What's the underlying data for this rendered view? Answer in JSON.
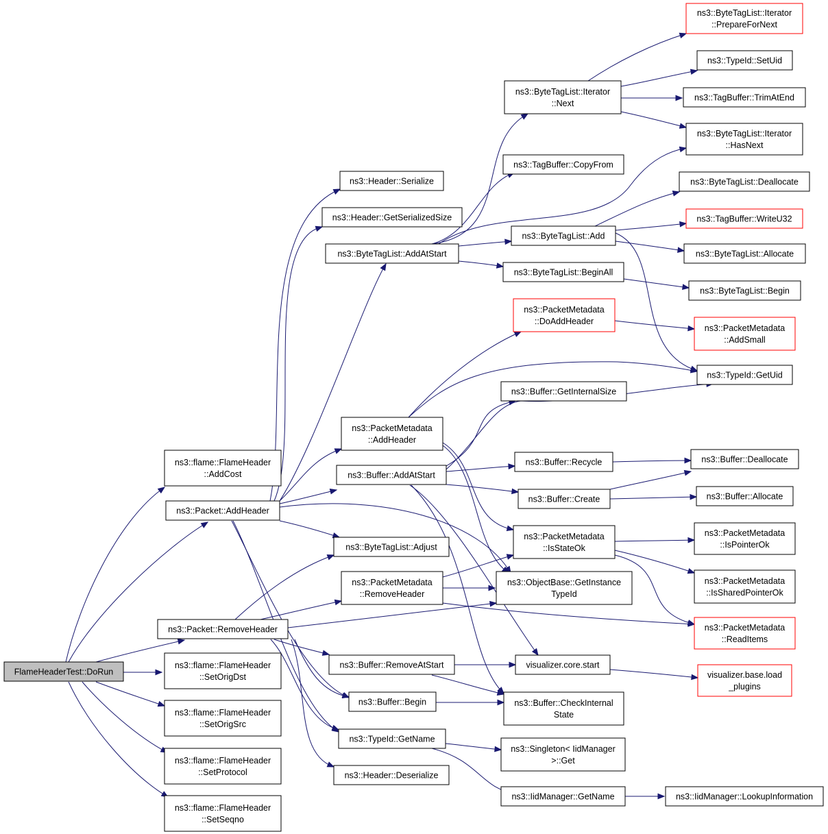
{
  "colors": {
    "edge": "#191970",
    "node_border": "#000000",
    "truncated_border": "#ff0000",
    "root_fill": "#bfbfbf",
    "node_fill": "#ffffff"
  },
  "nodes": [
    {
      "id": "doRun",
      "lines": [
        "FlameHeaderTest::DoRun"
      ],
      "style": "root"
    },
    {
      "id": "addCost",
      "lines": [
        "ns3::flame::FlameHeader",
        "::AddCost"
      ],
      "style": "normal"
    },
    {
      "id": "pktAddHeader",
      "lines": [
        "ns3::Packet::AddHeader"
      ],
      "style": "normal"
    },
    {
      "id": "pktRemoveHeader",
      "lines": [
        "ns3::Packet::RemoveHeader"
      ],
      "style": "normal"
    },
    {
      "id": "setOrigDst",
      "lines": [
        "ns3::flame::FlameHeader",
        "::SetOrigDst"
      ],
      "style": "normal"
    },
    {
      "id": "setOrigSrc",
      "lines": [
        "ns3::flame::FlameHeader",
        "::SetOrigSrc"
      ],
      "style": "normal"
    },
    {
      "id": "setProtocol",
      "lines": [
        "ns3::flame::FlameHeader",
        "::SetProtocol"
      ],
      "style": "normal"
    },
    {
      "id": "setSeqno",
      "lines": [
        "ns3::flame::FlameHeader",
        "::SetSeqno"
      ],
      "style": "normal"
    },
    {
      "id": "hdrSerialize",
      "lines": [
        "ns3::Header::Serialize"
      ],
      "style": "normal"
    },
    {
      "id": "hdrGetSerSize",
      "lines": [
        "ns3::Header::GetSerializedSize"
      ],
      "style": "normal"
    },
    {
      "id": "btlAddAtStart",
      "lines": [
        "ns3::ByteTagList::AddAtStart"
      ],
      "style": "normal"
    },
    {
      "id": "pmAddHeader",
      "lines": [
        "ns3::PacketMetadata",
        "::AddHeader"
      ],
      "style": "normal"
    },
    {
      "id": "bufAddAtStart",
      "lines": [
        "ns3::Buffer::AddAtStart"
      ],
      "style": "normal"
    },
    {
      "id": "btlAdjust",
      "lines": [
        "ns3::ByteTagList::Adjust"
      ],
      "style": "normal"
    },
    {
      "id": "pmRemoveHeader",
      "lines": [
        "ns3::PacketMetadata",
        "::RemoveHeader"
      ],
      "style": "normal"
    },
    {
      "id": "bufRemoveAtStart",
      "lines": [
        "ns3::Buffer::RemoveAtStart"
      ],
      "style": "normal"
    },
    {
      "id": "bufBegin",
      "lines": [
        "ns3::Buffer::Begin"
      ],
      "style": "normal"
    },
    {
      "id": "tidGetName",
      "lines": [
        "ns3::TypeId::GetName"
      ],
      "style": "normal"
    },
    {
      "id": "hdrDeserialize",
      "lines": [
        "ns3::Header::Deserialize"
      ],
      "style": "normal"
    },
    {
      "id": "btlIterNext",
      "lines": [
        "ns3::ByteTagList::Iterator",
        "::Next"
      ],
      "style": "normal"
    },
    {
      "id": "tbCopyFrom",
      "lines": [
        "ns3::TagBuffer::CopyFrom"
      ],
      "style": "normal"
    },
    {
      "id": "btlAdd",
      "lines": [
        "ns3::ByteTagList::Add"
      ],
      "style": "normal"
    },
    {
      "id": "btlBeginAll",
      "lines": [
        "ns3::ByteTagList::BeginAll"
      ],
      "style": "normal"
    },
    {
      "id": "pmDoAddHeader",
      "lines": [
        "ns3::PacketMetadata",
        "::DoAddHeader"
      ],
      "style": "truncated"
    },
    {
      "id": "bufGetInternalSize",
      "lines": [
        "ns3::Buffer::GetInternalSize"
      ],
      "style": "normal"
    },
    {
      "id": "bufRecycle",
      "lines": [
        "ns3::Buffer::Recycle"
      ],
      "style": "normal"
    },
    {
      "id": "bufCreate",
      "lines": [
        "ns3::Buffer::Create"
      ],
      "style": "normal"
    },
    {
      "id": "pmIsStateOk",
      "lines": [
        "ns3::PacketMetadata",
        "::IsStateOk"
      ],
      "style": "normal"
    },
    {
      "id": "obGetInstTid",
      "lines": [
        "ns3::ObjectBase::GetInstance",
        "TypeId"
      ],
      "style": "normal"
    },
    {
      "id": "vizCoreStart",
      "lines": [
        "visualizer.core.start"
      ],
      "style": "normal"
    },
    {
      "id": "bufCheckInternal",
      "lines": [
        "ns3::Buffer::CheckInternal",
        "State"
      ],
      "style": "normal"
    },
    {
      "id": "singletonGet",
      "lines": [
        "ns3::Singleton< IidManager",
        ">::Get"
      ],
      "style": "normal"
    },
    {
      "id": "iidGetName",
      "lines": [
        "ns3::IidManager::GetName"
      ],
      "style": "normal"
    },
    {
      "id": "btlIterPrepare",
      "lines": [
        "ns3::ByteTagList::Iterator",
        "::PrepareForNext"
      ],
      "style": "truncated"
    },
    {
      "id": "tidSetUid",
      "lines": [
        "ns3::TypeId::SetUid"
      ],
      "style": "normal"
    },
    {
      "id": "tbTrimAtEnd",
      "lines": [
        "ns3::TagBuffer::TrimAtEnd"
      ],
      "style": "normal"
    },
    {
      "id": "btlIterHasNext",
      "lines": [
        "ns3::ByteTagList::Iterator",
        "::HasNext"
      ],
      "style": "normal"
    },
    {
      "id": "btlDeallocate",
      "lines": [
        "ns3::ByteTagList::Deallocate"
      ],
      "style": "normal"
    },
    {
      "id": "tbWriteU32",
      "lines": [
        "ns3::TagBuffer::WriteU32"
      ],
      "style": "truncated"
    },
    {
      "id": "btlAllocate",
      "lines": [
        "ns3::ByteTagList::Allocate"
      ],
      "style": "normal"
    },
    {
      "id": "btlBegin",
      "lines": [
        "ns3::ByteTagList::Begin"
      ],
      "style": "normal"
    },
    {
      "id": "pmAddSmall",
      "lines": [
        "ns3::PacketMetadata",
        "::AddSmall"
      ],
      "style": "truncated"
    },
    {
      "id": "tidGetUid",
      "lines": [
        "ns3::TypeId::GetUid"
      ],
      "style": "normal"
    },
    {
      "id": "bufDeallocate",
      "lines": [
        "ns3::Buffer::Deallocate"
      ],
      "style": "normal"
    },
    {
      "id": "bufAllocate",
      "lines": [
        "ns3::Buffer::Allocate"
      ],
      "style": "normal"
    },
    {
      "id": "pmIsPointerOk",
      "lines": [
        "ns3::PacketMetadata",
        "::IsPointerOk"
      ],
      "style": "normal"
    },
    {
      "id": "pmIsSharedPtrOk",
      "lines": [
        "ns3::PacketMetadata",
        "::IsSharedPointerOk"
      ],
      "style": "normal"
    },
    {
      "id": "pmReadItems",
      "lines": [
        "ns3::PacketMetadata",
        "::ReadItems"
      ],
      "style": "truncated"
    },
    {
      "id": "vizBaseLoad",
      "lines": [
        "visualizer.base.load",
        "_plugins"
      ],
      "style": "truncated"
    },
    {
      "id": "iidLookupInfo",
      "lines": [
        "ns3::IidManager::LookupInformation"
      ],
      "style": "normal"
    }
  ],
  "edges": [
    {
      "from": "doRun",
      "to": "addCost"
    },
    {
      "from": "doRun",
      "to": "pktAddHeader"
    },
    {
      "from": "doRun",
      "to": "pktRemoveHeader"
    },
    {
      "from": "doRun",
      "to": "setOrigDst"
    },
    {
      "from": "doRun",
      "to": "setOrigSrc"
    },
    {
      "from": "doRun",
      "to": "setProtocol"
    },
    {
      "from": "doRun",
      "to": "setSeqno"
    },
    {
      "from": "pktAddHeader",
      "to": "hdrSerialize"
    },
    {
      "from": "pktAddHeader",
      "to": "hdrGetSerSize"
    },
    {
      "from": "pktAddHeader",
      "to": "btlAddAtStart"
    },
    {
      "from": "pktAddHeader",
      "to": "pmAddHeader"
    },
    {
      "from": "pktAddHeader",
      "to": "bufAddAtStart"
    },
    {
      "from": "pktAddHeader",
      "to": "btlAdjust"
    },
    {
      "from": "pktAddHeader",
      "to": "obGetInstTid"
    },
    {
      "from": "pktAddHeader",
      "to": "bufBegin"
    },
    {
      "from": "pktAddHeader",
      "to": "tidGetName"
    },
    {
      "from": "pktRemoveHeader",
      "to": "btlAdjust"
    },
    {
      "from": "pktRemoveHeader",
      "to": "pmRemoveHeader"
    },
    {
      "from": "pktRemoveHeader",
      "to": "obGetInstTid"
    },
    {
      "from": "pktRemoveHeader",
      "to": "bufRemoveAtStart"
    },
    {
      "from": "pktRemoveHeader",
      "to": "bufBegin"
    },
    {
      "from": "pktRemoveHeader",
      "to": "tidGetName"
    },
    {
      "from": "pktRemoveHeader",
      "to": "hdrDeserialize"
    },
    {
      "from": "btlAddAtStart",
      "to": "btlIterNext"
    },
    {
      "from": "btlAddAtStart",
      "to": "tbCopyFrom"
    },
    {
      "from": "btlAddAtStart",
      "to": "btlIterHasNext"
    },
    {
      "from": "btlAddAtStart",
      "to": "btlAdd"
    },
    {
      "from": "btlAddAtStart",
      "to": "btlBeginAll"
    },
    {
      "from": "btlIterNext",
      "to": "btlIterPrepare"
    },
    {
      "from": "btlIterNext",
      "to": "tidSetUid"
    },
    {
      "from": "btlIterNext",
      "to": "tbTrimAtEnd"
    },
    {
      "from": "btlIterNext",
      "to": "btlIterHasNext"
    },
    {
      "from": "btlAdd",
      "to": "btlDeallocate"
    },
    {
      "from": "btlAdd",
      "to": "tbWriteU32"
    },
    {
      "from": "btlAdd",
      "to": "btlAllocate"
    },
    {
      "from": "btlAdd",
      "to": "tidGetUid"
    },
    {
      "from": "btlBeginAll",
      "to": "btlBegin"
    },
    {
      "from": "pmAddHeader",
      "to": "pmDoAddHeader"
    },
    {
      "from": "pmAddHeader",
      "to": "tidGetUid"
    },
    {
      "from": "pmAddHeader",
      "to": "pmIsStateOk"
    },
    {
      "from": "pmAddHeader",
      "to": "obGetInstTid"
    },
    {
      "from": "pmDoAddHeader",
      "to": "pmAddSmall"
    },
    {
      "from": "bufAddAtStart",
      "to": "bufGetInternalSize"
    },
    {
      "from": "bufAddAtStart",
      "to": "bufRecycle"
    },
    {
      "from": "bufAddAtStart",
      "to": "bufCreate"
    },
    {
      "from": "bufAddAtStart",
      "to": "vizCoreStart"
    },
    {
      "from": "bufAddAtStart",
      "to": "bufCheckInternal"
    },
    {
      "from": "bufRecycle",
      "to": "bufDeallocate"
    },
    {
      "from": "bufCreate",
      "to": "bufDeallocate"
    },
    {
      "from": "bufCreate",
      "to": "bufAllocate"
    },
    {
      "from": "pmRemoveHeader",
      "to": "pmIsStateOk"
    },
    {
      "from": "pmRemoveHeader",
      "to": "obGetInstTid"
    },
    {
      "from": "pmRemoveHeader",
      "to": "pmReadItems"
    },
    {
      "from": "pmRemoveHeader",
      "to": "tidGetUid"
    },
    {
      "from": "pmIsStateOk",
      "to": "pmIsPointerOk"
    },
    {
      "from": "pmIsStateOk",
      "to": "pmIsSharedPtrOk"
    },
    {
      "from": "pmIsStateOk",
      "to": "pmReadItems"
    },
    {
      "from": "bufRemoveAtStart",
      "to": "vizCoreStart"
    },
    {
      "from": "bufRemoveAtStart",
      "to": "bufCheckInternal"
    },
    {
      "from": "bufBegin",
      "to": "bufCheckInternal"
    },
    {
      "from": "vizCoreStart",
      "to": "vizBaseLoad"
    },
    {
      "from": "tidGetName",
      "to": "singletonGet"
    },
    {
      "from": "tidGetName",
      "to": "iidGetName"
    },
    {
      "from": "iidGetName",
      "to": "iidLookupInfo"
    }
  ]
}
